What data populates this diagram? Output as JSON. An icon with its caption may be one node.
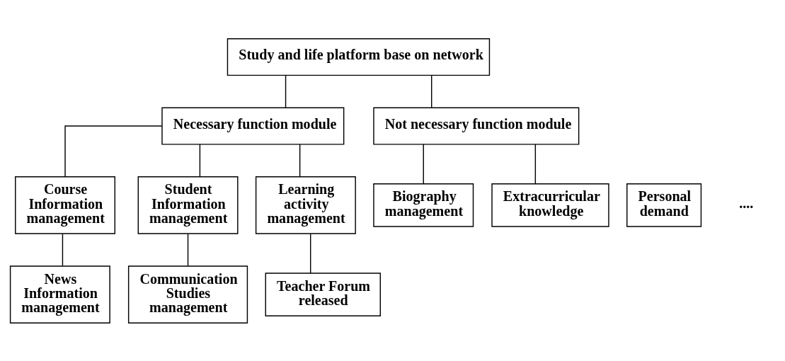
{
  "diagram": {
    "nodes": [
      {
        "text": [
          "Study and life platform base on network"
        ]
      },
      {
        "text": [
          "Necessary function module"
        ]
      },
      {
        "text": [
          "Not necessary function module"
        ]
      },
      {
        "text": [
          "Course Information management"
        ]
      },
      {
        "text": [
          "Student Information management"
        ]
      },
      {
        "text": [
          "Learning activity management"
        ]
      },
      {
        "text": [
          "Biography management"
        ]
      },
      {
        "text": [
          "Personal demand"
        ]
      },
      {
        "text": [
          "Extracurricular knowledge"
        ]
      },
      {
        "text": [
          "News Information management"
        ]
      },
      {
        "text": [
          "Communication Studies management"
        ]
      },
      {
        "text": [
          "Teacher Forum released"
        ]
      }
    ],
    "edges": [
      {
        "from": 0,
        "to": 1,
        "arrow": "none"
      },
      {
        "from": 0,
        "to": 2,
        "arrow": "none"
      },
      {
        "from": 1,
        "to": 3,
        "arrow": "none"
      },
      {
        "from": 1,
        "to": 4,
        "arrow": "none"
      },
      {
        "from": 1,
        "to": 5,
        "arrow": "none"
      },
      {
        "from": 2,
        "to": 6,
        "arrow": "none"
      },
      {
        "from": 2,
        "to": 8,
        "arrow": "none"
      },
      {
        "from": 3,
        "to": 9,
        "arrow": "none"
      },
      {
        "from": 4,
        "to": 10,
        "arrow": "none"
      },
      {
        "from": 5,
        "to": 11,
        "arrow": "none"
      }
    ],
    "labels": [
      "...."
    ]
  }
}
